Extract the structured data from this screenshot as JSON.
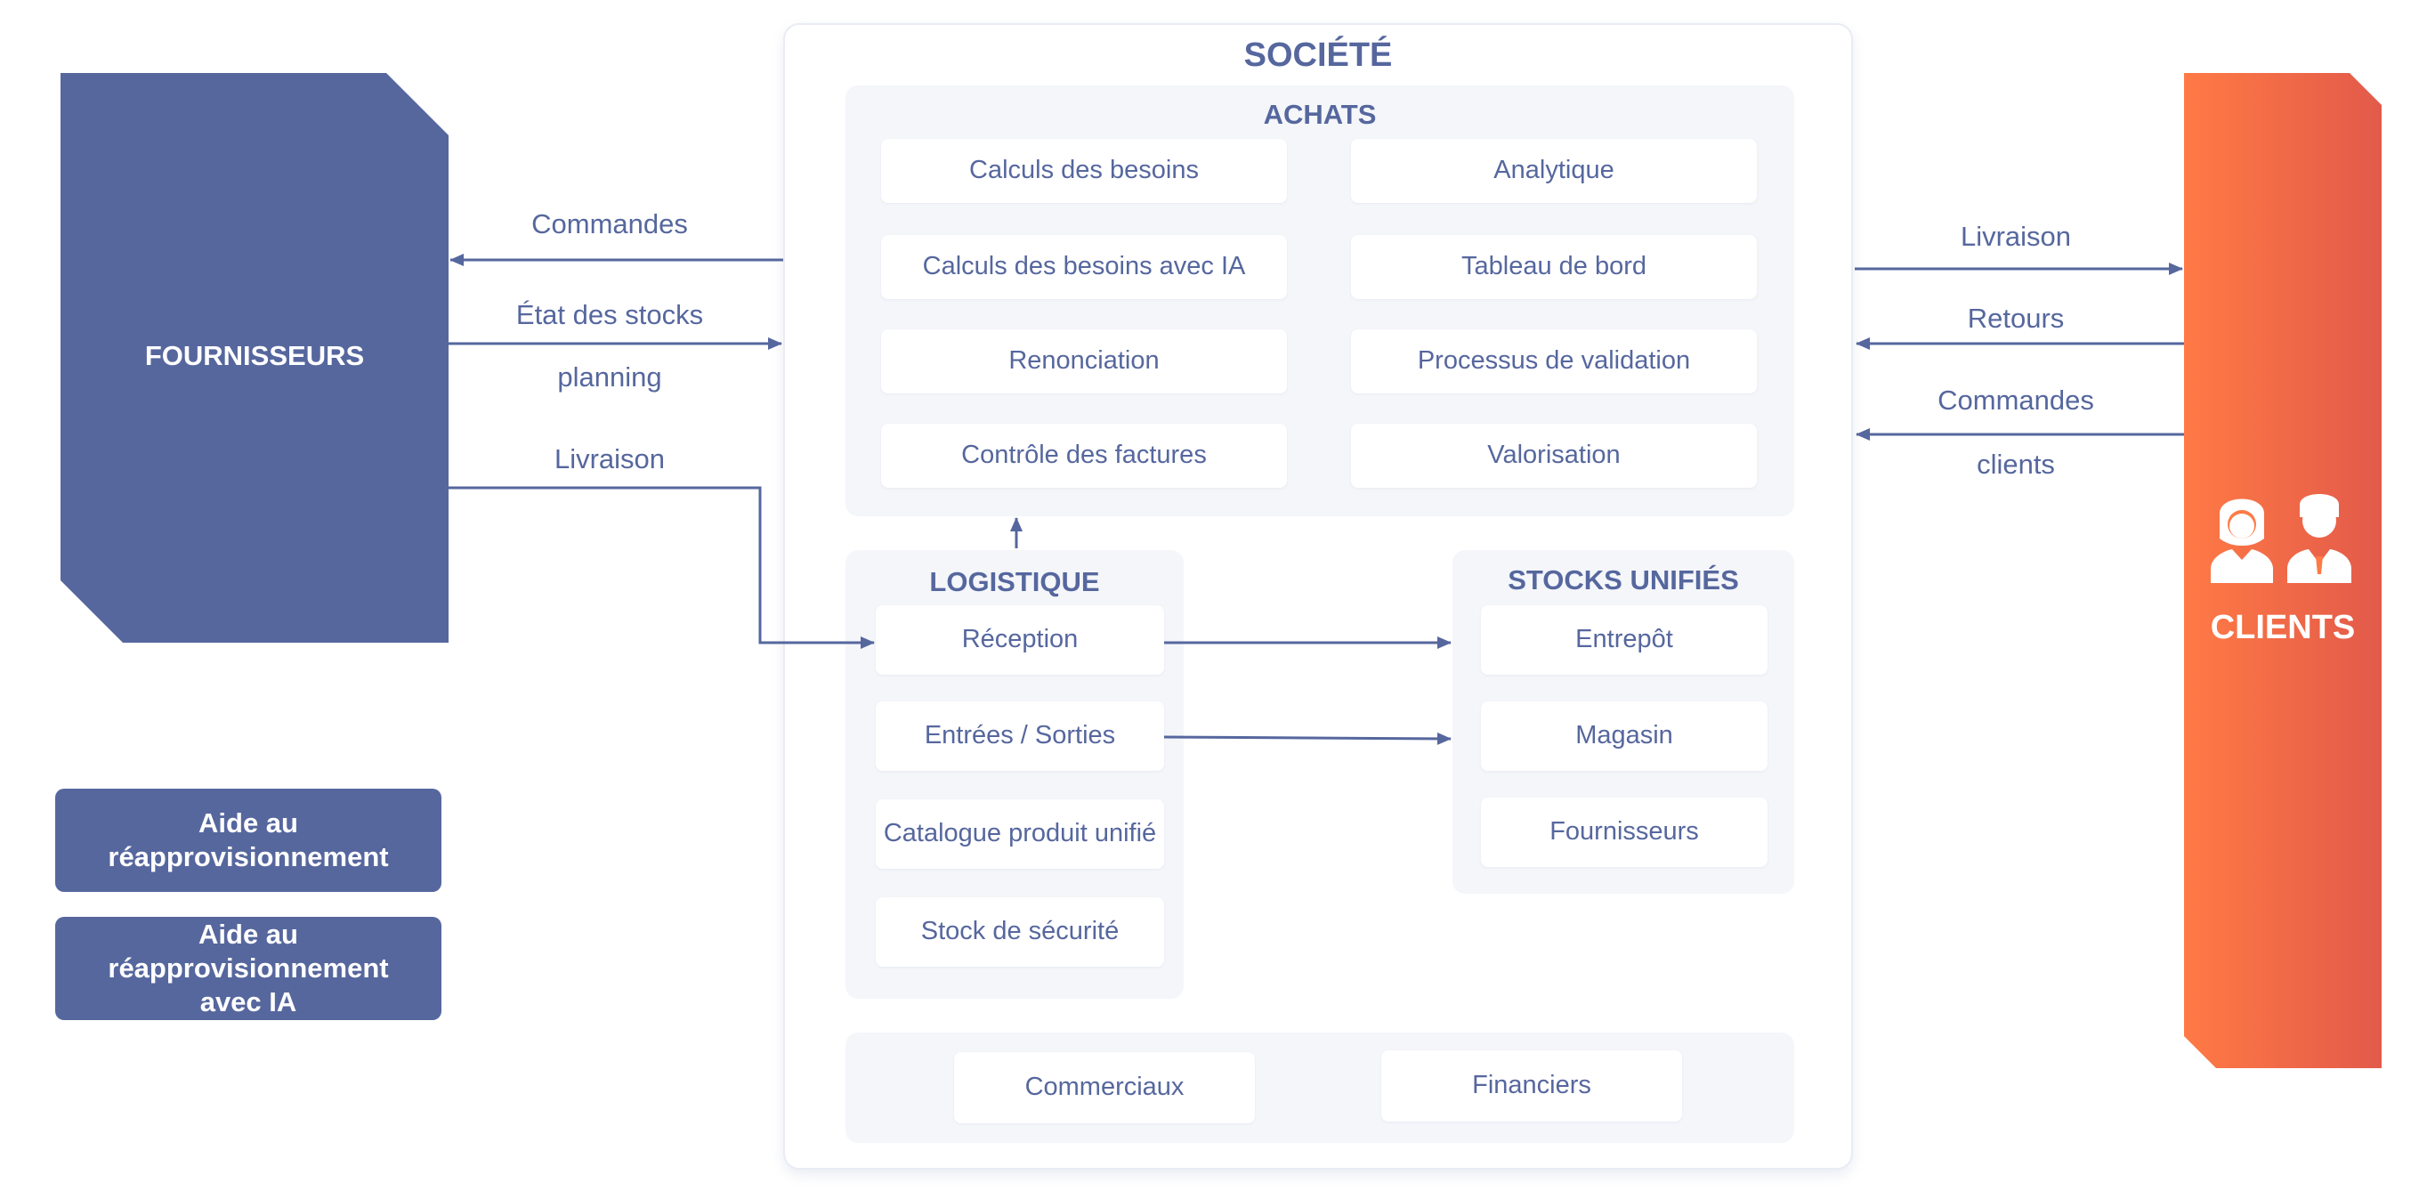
{
  "colors": {
    "primary": "#56679e",
    "clients_gradient_start": "#ff7a45",
    "clients_gradient_end": "#e25a4a",
    "panel": "#f4f6fa"
  },
  "fournisseurs": {
    "label": "FOURNISSEURS"
  },
  "clients": {
    "label": "CLIENTS",
    "icon": "customer-service-people-icon"
  },
  "societe": {
    "title": "SOCIÉTÉ",
    "achats": {
      "title": "ACHATS",
      "items": [
        "Calculs des besoins",
        "Analytique",
        "Calculs des besoins avec IA",
        "Tableau de bord",
        "Renonciation",
        "Processus de validation",
        "Contrôle des factures",
        "Valorisation"
      ]
    },
    "logistique": {
      "title": "LOGISTIQUE",
      "items": [
        "Réception",
        "Entrées / Sorties",
        "Catalogue produit unifié",
        "Stock de sécurité"
      ]
    },
    "stocks": {
      "title": "STOCKS UNIFIÉS",
      "items": [
        "Entrepôt",
        "Magasin",
        "Fournisseurs"
      ]
    },
    "bottom": {
      "items": [
        "Commerciaux",
        "Financiers"
      ]
    }
  },
  "flows_left": {
    "commandes": "Commandes",
    "etat_stocks": "État des stocks",
    "planning": "planning",
    "livraison": "Livraison"
  },
  "flows_right": {
    "livraison": "Livraison",
    "retours": "Retours",
    "commandes": "Commandes",
    "clients": "clients"
  },
  "aide": {
    "btn1": "Aide au réapprovisionnement",
    "btn2": "Aide au réapprovisionnement avec IA"
  }
}
